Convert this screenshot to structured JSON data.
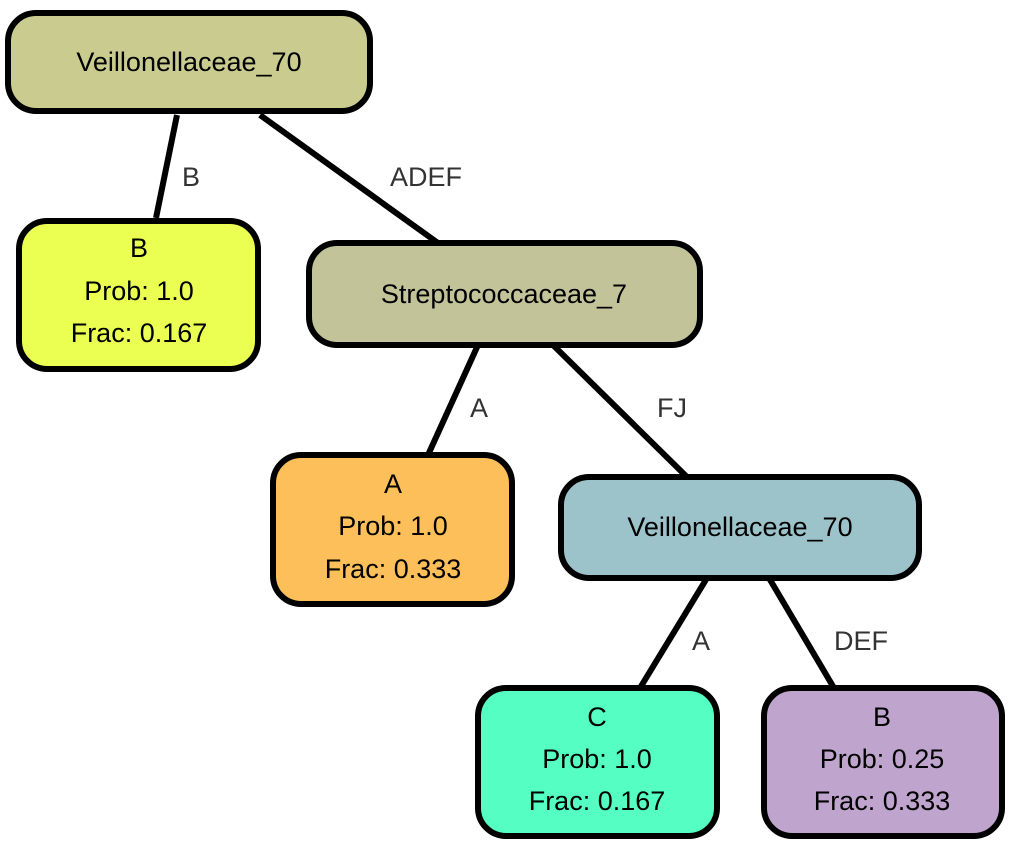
{
  "nodes": {
    "root": {
      "lines": [
        "Veillonellaceae_70"
      ],
      "color": "#c9cb8f"
    },
    "leaf_b1": {
      "lines": [
        "B",
        "Prob: 1.0",
        "Frac: 0.167"
      ],
      "color": "#ebff52"
    },
    "strep": {
      "lines": [
        "Streptococcaceae_7"
      ],
      "color": "#c3c39a"
    },
    "leaf_a": {
      "lines": [
        "A",
        "Prob: 1.0",
        "Frac: 0.333"
      ],
      "color": "#fdbf5a"
    },
    "veil2": {
      "lines": [
        "Veillonellaceae_70"
      ],
      "color": "#9cc3ca"
    },
    "leaf_c": {
      "lines": [
        "C",
        "Prob: 1.0",
        "Frac: 0.167"
      ],
      "color": "#55ffc3"
    },
    "leaf_b2": {
      "lines": [
        "B",
        "Prob: 0.25",
        "Frac: 0.333"
      ],
      "color": "#bfa4cd"
    }
  },
  "edges": [
    {
      "from": "root",
      "to": "leaf_b1",
      "label": "B"
    },
    {
      "from": "root",
      "to": "strep",
      "label": "ADEF"
    },
    {
      "from": "strep",
      "to": "leaf_a",
      "label": "A"
    },
    {
      "from": "strep",
      "to": "veil2",
      "label": "FJ"
    },
    {
      "from": "veil2",
      "to": "leaf_c",
      "label": "A"
    },
    {
      "from": "veil2",
      "to": "leaf_b2",
      "label": "DEF"
    }
  ]
}
